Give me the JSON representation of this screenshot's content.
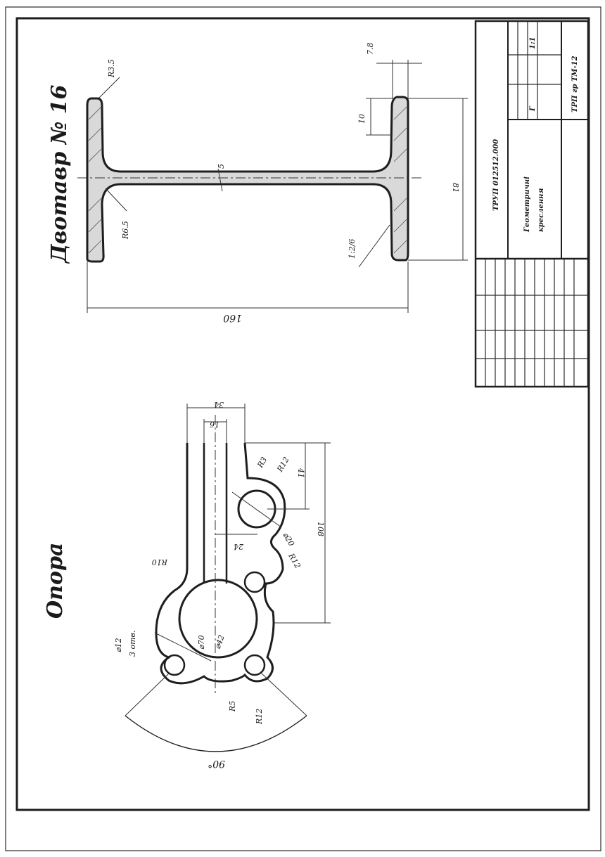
{
  "titles": {
    "i_beam": "Двотавр № 16",
    "support": "Опора"
  },
  "i_beam_dims": {
    "width": "160",
    "height": "81",
    "flange_thickness": "10",
    "top_gap": "7.8",
    "web": "5",
    "radius_flange": "R3.5",
    "radius_web": "R6.5",
    "slope": "1:2/6"
  },
  "support_dims": {
    "width": "34",
    "slot": "16",
    "r3": "R3",
    "r12_top": "R12",
    "h41": "41",
    "h108": "108",
    "d20": "⌀20",
    "w24": "24",
    "r12_mid": "R12",
    "r10": "R10",
    "d70": "⌀70",
    "d42": "⌀42",
    "d12": "⌀12",
    "holes": "3 отв.",
    "r5": "R5",
    "r12_bottom": "R12",
    "angle": "90°"
  },
  "title_block": {
    "doc_code": "ТРУП 012512.000",
    "name_line1": "Геометричні",
    "name_line2": "креслення",
    "scale": "1:1",
    "group": "ТРП гр ТМ-12",
    "sheet": "Г"
  },
  "colors": {
    "ink": "#1e1e1e",
    "paper": "#ffffff"
  }
}
